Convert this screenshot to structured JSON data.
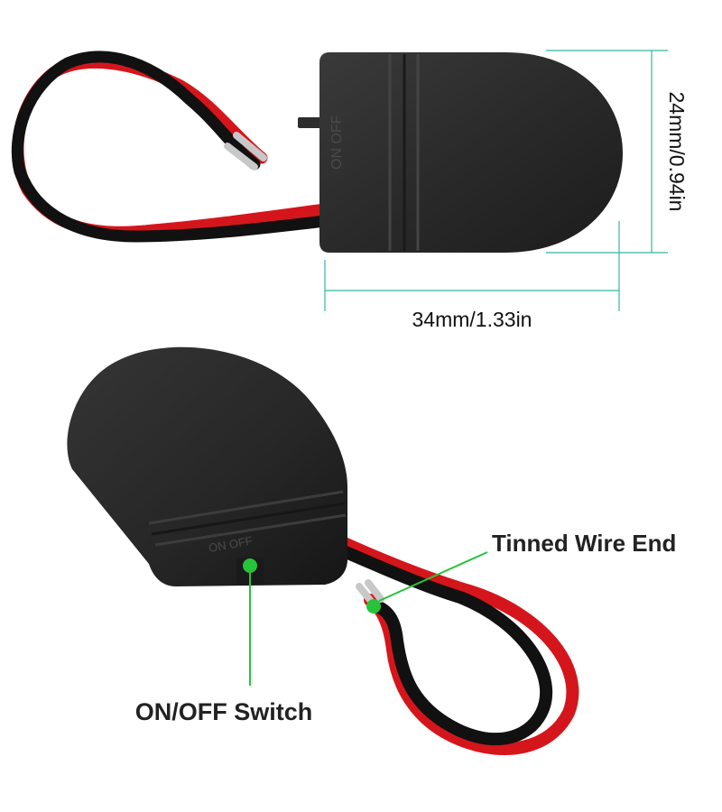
{
  "product": {
    "name": "coin-cell-battery-holder-with-switch",
    "body_color": "#2a2a2a",
    "wire_red": "#d4161c",
    "wire_black": "#111111"
  },
  "dimensions": {
    "height_label": "24mm/0.94in",
    "width_label": "34mm/1.33in",
    "line_color": "#33b5a5"
  },
  "callouts": {
    "wire_end_label": "Tinned Wire End",
    "switch_label": "ON/OFF Switch",
    "marker_color": "#27c33a"
  },
  "engraving": {
    "top_view_text": "ON OFF",
    "bottom_view_text": "ON OFF"
  }
}
